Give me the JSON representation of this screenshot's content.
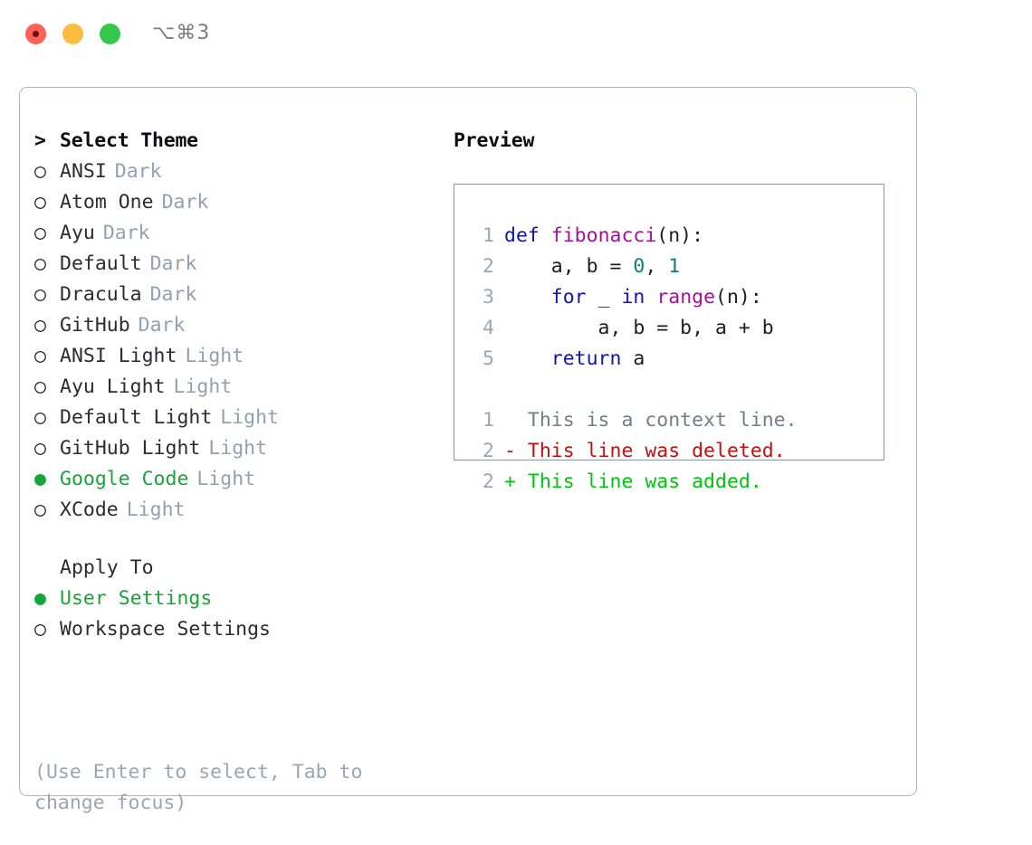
{
  "window": {
    "title": "⌥⌘3",
    "traffic_lights": [
      "close",
      "minimize",
      "maximize"
    ]
  },
  "theme_picker": {
    "header": {
      "marker": ">",
      "label": "Select Theme"
    },
    "items": [
      {
        "marker": "○",
        "label": "ANSI",
        "badge": "Dark",
        "selected": false
      },
      {
        "marker": "○",
        "label": "Atom One",
        "badge": "Dark",
        "selected": false
      },
      {
        "marker": "○",
        "label": "Ayu",
        "badge": "Dark",
        "selected": false
      },
      {
        "marker": "○",
        "label": "Default",
        "badge": "Dark",
        "selected": false
      },
      {
        "marker": "○",
        "label": "Dracula",
        "badge": "Dark",
        "selected": false
      },
      {
        "marker": "○",
        "label": "GitHub",
        "badge": "Dark",
        "selected": false
      },
      {
        "marker": "○",
        "label": "ANSI Light",
        "badge": "Light",
        "selected": false
      },
      {
        "marker": "○",
        "label": "Ayu Light",
        "badge": "Light",
        "selected": false
      },
      {
        "marker": "○",
        "label": "Default Light",
        "badge": "Light",
        "selected": false
      },
      {
        "marker": "○",
        "label": "GitHub Light",
        "badge": "Light",
        "selected": false
      },
      {
        "marker": "●",
        "label": "Google Code",
        "badge": "Light",
        "selected": true
      },
      {
        "marker": "○",
        "label": "XCode",
        "badge": "Light",
        "selected": false
      }
    ]
  },
  "apply_to": {
    "title": "Apply To",
    "options": [
      {
        "marker": "●",
        "label": "User Settings",
        "selected": true
      },
      {
        "marker": "○",
        "label": "Workspace Settings",
        "selected": false
      }
    ]
  },
  "hint": "(Use Enter to select, Tab to change focus)",
  "preview": {
    "title": "Preview",
    "code_lines": [
      {
        "no": "1",
        "tokens": [
          {
            "t": "def",
            "c": "kw"
          },
          {
            "t": " ",
            "c": "plain"
          },
          {
            "t": "fibonacci",
            "c": "fn"
          },
          {
            "t": "(n):",
            "c": "plain"
          }
        ]
      },
      {
        "no": "2",
        "tokens": [
          {
            "t": "    a, b = ",
            "c": "plain"
          },
          {
            "t": "0",
            "c": "num"
          },
          {
            "t": ", ",
            "c": "plain"
          },
          {
            "t": "1",
            "c": "num"
          }
        ]
      },
      {
        "no": "3",
        "tokens": [
          {
            "t": "    ",
            "c": "plain"
          },
          {
            "t": "for",
            "c": "kw"
          },
          {
            "t": " _ ",
            "c": "plain"
          },
          {
            "t": "in",
            "c": "kw"
          },
          {
            "t": " ",
            "c": "plain"
          },
          {
            "t": "range",
            "c": "fn"
          },
          {
            "t": "(n):",
            "c": "plain"
          }
        ]
      },
      {
        "no": "4",
        "tokens": [
          {
            "t": "        a, b = b, a + b",
            "c": "plain"
          }
        ]
      },
      {
        "no": "5",
        "tokens": [
          {
            "t": "    ",
            "c": "plain"
          },
          {
            "t": "return",
            "c": "kw"
          },
          {
            "t": " a",
            "c": "plain"
          }
        ]
      }
    ],
    "diff_lines": [
      {
        "no": "1",
        "text": "  This is a context line.",
        "kind": "ctx"
      },
      {
        "no": "2",
        "text": "- This line was deleted.",
        "kind": "del"
      },
      {
        "no": "2",
        "text": "+ This line was added.",
        "kind": "add"
      }
    ]
  },
  "colors": {
    "accent_green": "#16a637",
    "badge_gray": "#93a0b2",
    "panel_border": "#aab4c4",
    "preview_border": "#8b97a9",
    "keyword": "#1414a8",
    "function": "#9e1496",
    "number": "#0e7c7c",
    "diff_deleted": "#c41010",
    "diff_added": "#00c410",
    "traffic_close": "#FD6158",
    "traffic_min": "#FDBC40",
    "traffic_max": "#34C749"
  }
}
